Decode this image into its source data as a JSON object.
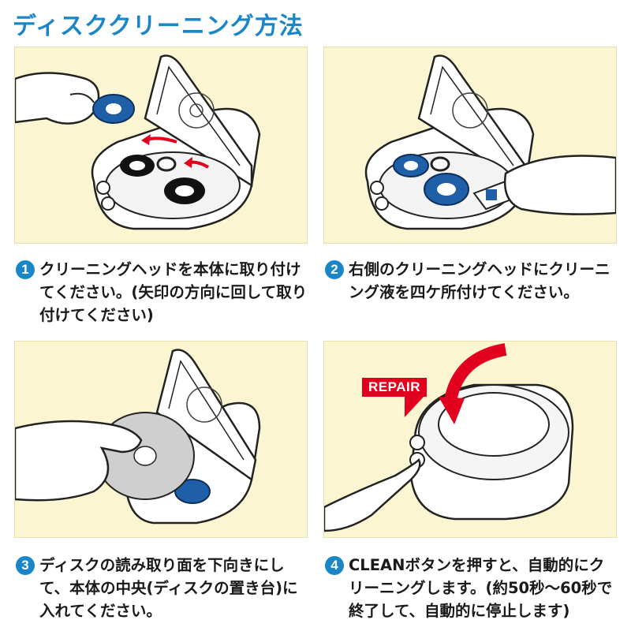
{
  "page": {
    "title": "ディスククリーニング方法"
  },
  "steps": [
    {
      "number": "1",
      "text": "クリーニングヘッドを本体に取り付けてください。(矢印の方向に回して取り付けてください)"
    },
    {
      "number": "2",
      "text": "右側のクリーニングヘッドにクリーニング液を四ケ所付けてください。"
    },
    {
      "number": "3",
      "text": "ディスクの読み取り面を下向きにして、本体の中央(ディスクの置き台)に入れてください。"
    },
    {
      "number": "4",
      "text": "CLEANボタンを押すと、自動的にクリーニングします。(約50秒～60秒で終了して、自動的に停止します)"
    }
  ],
  "panel4": {
    "badge": "REPAIR"
  },
  "colors": {
    "accent": "#1a86c8",
    "panel_bg": "#fbf5d2",
    "badge": "#e1001d",
    "arrow": "#e1001d",
    "head": "#1f5fa8"
  }
}
